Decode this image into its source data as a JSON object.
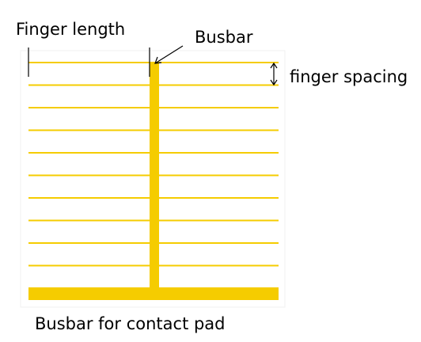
{
  "labels": {
    "finger_length": "Finger length",
    "busbar": "Busbar",
    "finger_spacing": "finger spacing",
    "busbar_contact_pad": "Busbar for contact pad"
  },
  "colors": {
    "metal": "#f5cc00",
    "cell_border": "#f0f0f0",
    "annotation": "#000000"
  },
  "finger_count": 11
}
